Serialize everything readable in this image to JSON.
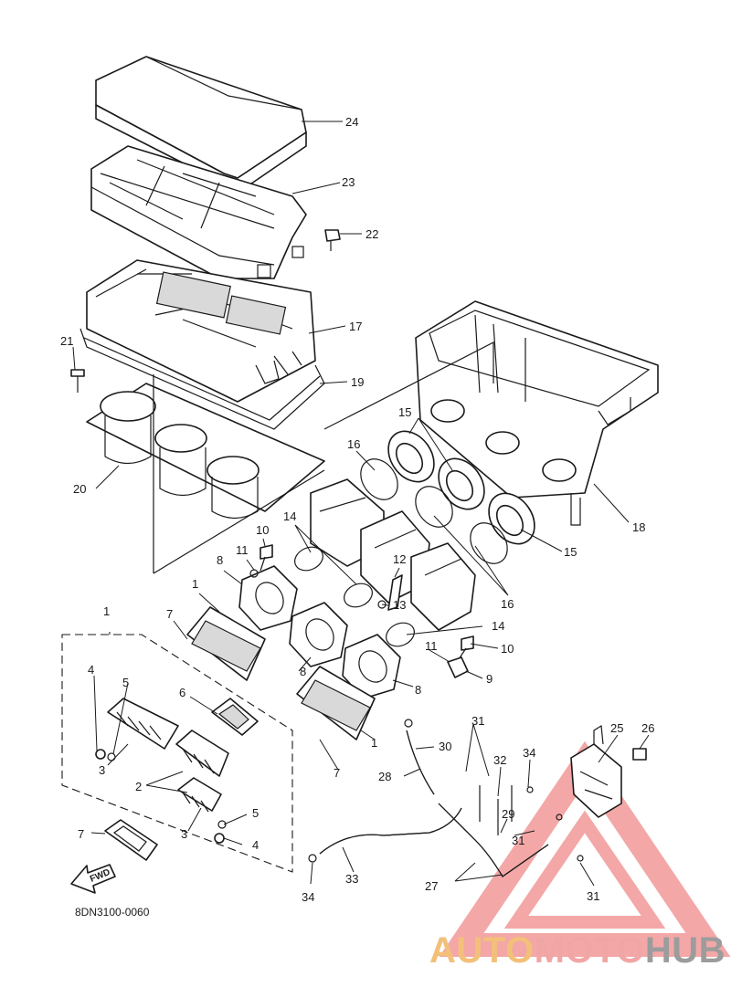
{
  "diagram": {
    "drawing_code": "8DN3100-0060",
    "direction_label": "FWD",
    "callouts": {
      "c1": "1",
      "c2": "2",
      "c3": "3",
      "c4": "4",
      "c5": "5",
      "c6": "6",
      "c7": "7",
      "c8": "8",
      "c9": "9",
      "c10": "10",
      "c11": "11",
      "c12": "12",
      "c13": "13",
      "c14": "14",
      "c15": "15",
      "c16": "16",
      "c17": "17",
      "c18": "18",
      "c19": "19",
      "c20": "20",
      "c21": "21",
      "c22": "22",
      "c23": "23",
      "c24": "24",
      "c25": "25",
      "c26": "26",
      "c27": "27",
      "c28": "28",
      "c29": "29",
      "c30": "30",
      "c31": "31",
      "c32": "32",
      "c33": "33",
      "c34": "34"
    }
  },
  "watermark": {
    "part1": "AUTO",
    "part2": "MOTO",
    "part3": "HUB",
    "colors": {
      "auto": "#f3c07a",
      "moto": "#f1a6a6",
      "hub": "#9c9c9c",
      "triangle": "#f08a8a"
    }
  }
}
